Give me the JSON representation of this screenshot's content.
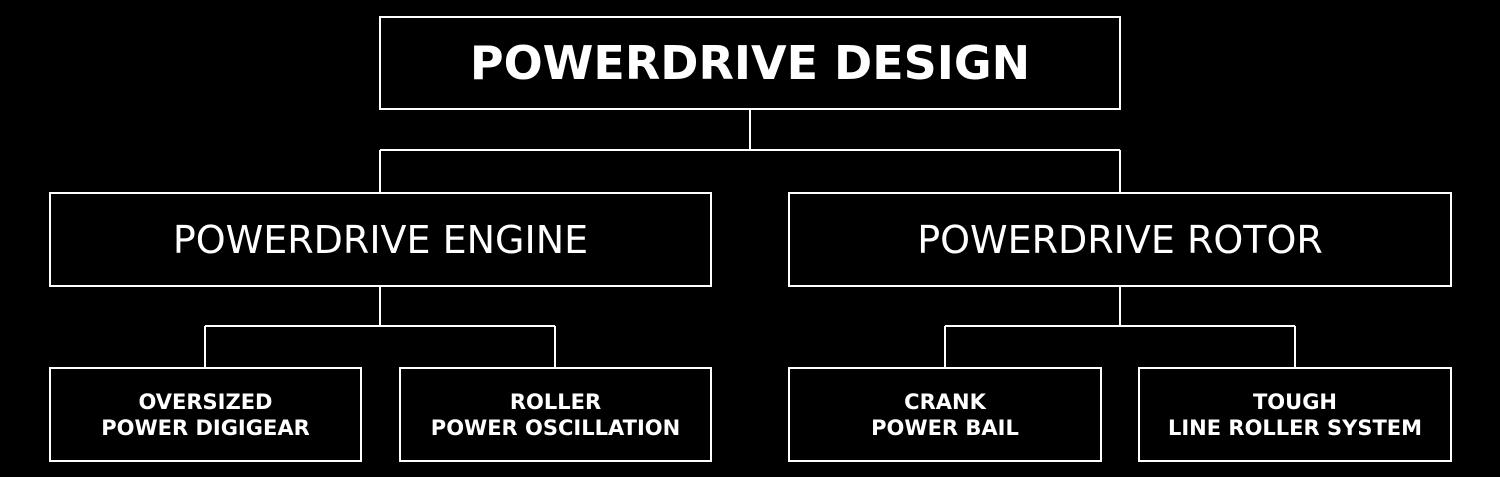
{
  "root": "POWERDRIVE DESIGN",
  "engine": {
    "title": "POWERDRIVE ENGINE",
    "children": [
      [
        "OVERSIZED",
        "POWER DIGIGEAR"
      ],
      [
        "ROLLER",
        "POWER OSCILLATION"
      ]
    ]
  },
  "rotor": {
    "title": "POWERDRIVE ROTOR",
    "children": [
      [
        "CRANK",
        "POWER BAIL"
      ],
      [
        "TOUGH",
        "LINE ROLLER SYSTEM"
      ]
    ]
  }
}
